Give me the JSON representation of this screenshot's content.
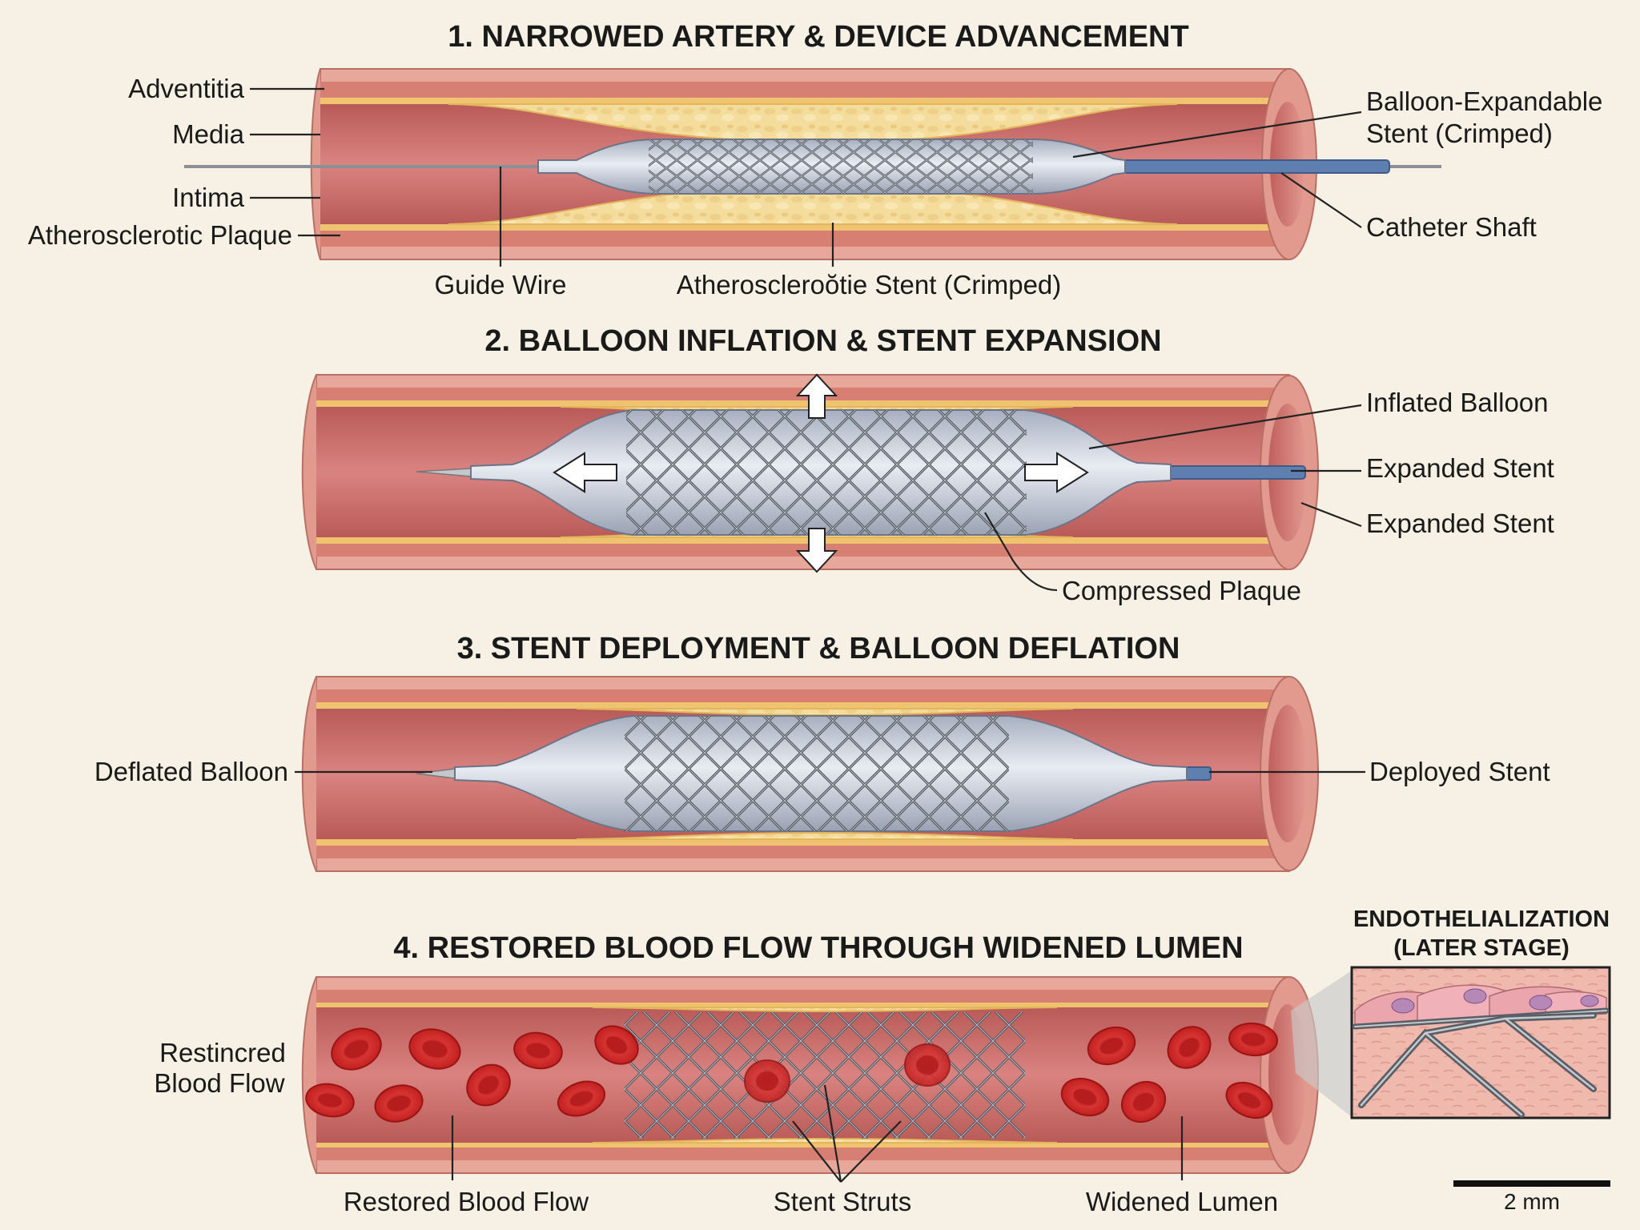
{
  "colors": {
    "background": "#f6f1e4",
    "adventitia": "#e8a79b",
    "media": "#d87f74",
    "intima": "#f0c370",
    "lumen": "#c96a66",
    "plaque": "#f4dc9c",
    "stent": "#5a5f66",
    "balloon": "#c9cfdb",
    "catheter": "#5f7fb0",
    "rbc": "#d32727"
  },
  "panel1": {
    "title": "1. NARROWED ARTERY & DEVICE ADVANCEMENT",
    "labels": {
      "adventitia": "Adventitia",
      "media": "Media",
      "intima": "Intima",
      "plaque": "Atherosclerotic Plaque",
      "guide_wire": "Guide Wire",
      "bottom_stent": "Atheroscleroŏtie Stent (Crimped)",
      "balloon_stent_1": "Balloon-Expandable",
      "balloon_stent_2": "Stent (Crimped)",
      "catheter": "Catheter Shaft"
    }
  },
  "panel2": {
    "title": "2. BALLOON INFLATION & STENT EXPANSION",
    "labels": {
      "inflated_balloon": "Inflated Balloon",
      "expanded_stent_1": "Expanded Stent",
      "expanded_stent_2": "Expanded Stent",
      "compressed_plaque": "Compressed Plaque"
    }
  },
  "panel3": {
    "title": "3. STENT DEPLOYMENT & BALLOON DEFLATION",
    "labels": {
      "deflated_balloon": "Deflated Balloon",
      "deployed_stent": "Deployed Stent"
    }
  },
  "panel4": {
    "title": "4. RESTORED BLOOD FLOW THROUGH WIDENED LUMEN",
    "labels": {
      "restricted_1": "Restincred",
      "restricted_2": "Blood Flow",
      "restored": "Restored Blood Flow",
      "struts": "Stent Struts",
      "widened": "Widened Lumen"
    }
  },
  "inset": {
    "title_1": "ENDOTHELIALIZATION",
    "title_2": "(LATER STAGE)"
  },
  "scale_bar": {
    "label": "2 mm"
  }
}
